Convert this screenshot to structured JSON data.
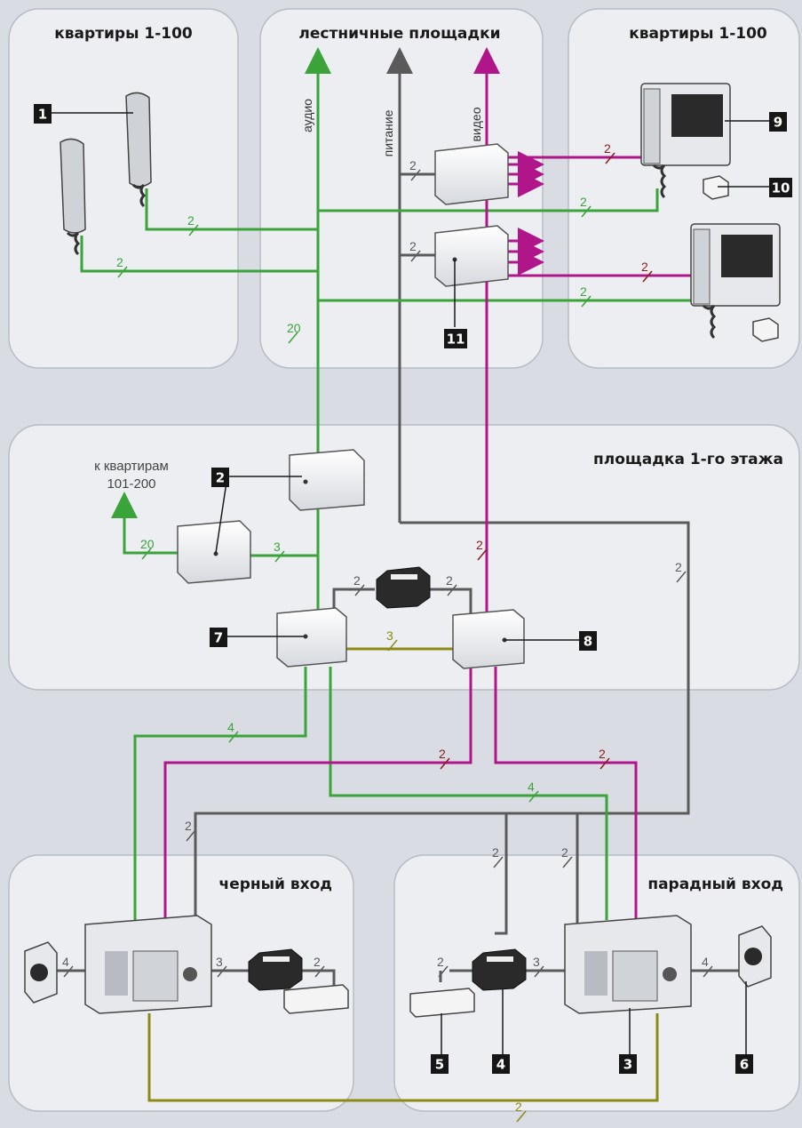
{
  "zones": {
    "apartments_left": "квартиры 1-100",
    "landings": "лестничные площадки",
    "apartments_right": "квартиры 1-100",
    "first_floor": "площадка 1-го этажа",
    "back_entrance": "черный вход",
    "front_entrance": "парадный вход"
  },
  "line_labels": {
    "audio": "аудио",
    "power": "питание",
    "video": "видео"
  },
  "external": {
    "line1": "к квартирам",
    "line2": "101-200"
  },
  "tags": [
    "1",
    "2",
    "3",
    "4",
    "5",
    "6",
    "7",
    "8",
    "9",
    "10",
    "11"
  ],
  "counts": {
    "c2": "2",
    "c3": "3",
    "c4": "4",
    "c20": "20"
  },
  "colors": {
    "audio": "#3aa33a",
    "video": "#b0168a",
    "power": "#5a5a5a",
    "control": "#8c8a16",
    "count_dark": "#8a1c1c",
    "zone_bg": "#eceef1",
    "zone_border": "#b7bcc4"
  }
}
